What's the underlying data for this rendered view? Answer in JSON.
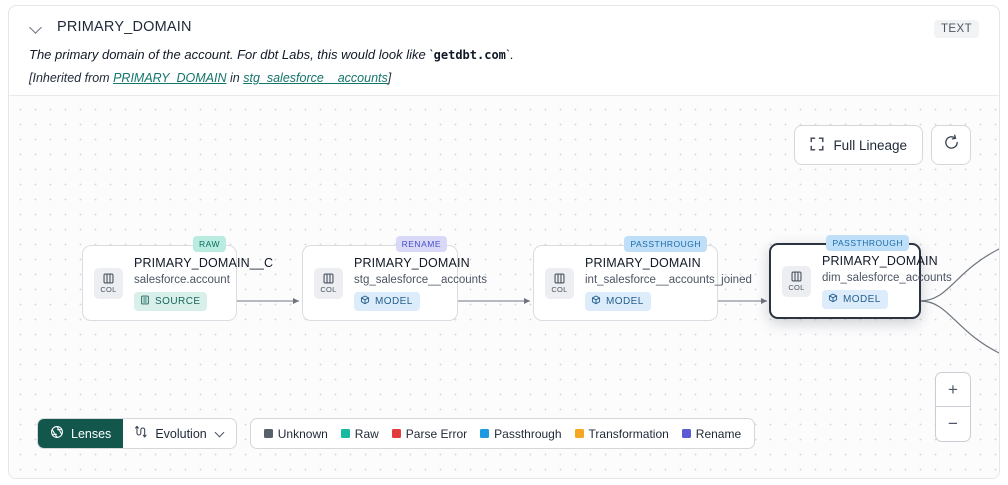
{
  "header": {
    "collapse_icon": "chevron-down-icon",
    "title": "PRIMARY_DOMAIN",
    "type_badge": "TEXT",
    "description_pre": "The primary domain of the account. For dbt Labs, this would look like `",
    "description_code": "getdbt.com",
    "description_post": "`.",
    "inherited_prefix": "[Inherited from ",
    "inherited_column_link": "PRIMARY_DOMAIN",
    "inherited_mid": " in ",
    "inherited_model_link": "stg_salesforce__accounts",
    "inherited_suffix": "]"
  },
  "toolbar": {
    "full_lineage_label": "Full Lineage",
    "full_lineage_icon": "expand-icon",
    "refresh_icon": "refresh-icon"
  },
  "zoom_controls": {
    "zoom_in": "+",
    "zoom_out": "−"
  },
  "lineage": {
    "nodes": [
      {
        "chip_label": "COL",
        "column": "PRIMARY_DOMAIN__C",
        "table": "salesforce.account",
        "kind": "SOURCE",
        "kind_icon": "source-icon",
        "tag": "RAW",
        "tag_color": "#0f6b5e",
        "selected": false
      },
      {
        "chip_label": "COL",
        "column": "PRIMARY_DOMAIN",
        "table": "stg_salesforce__accounts",
        "kind": "MODEL",
        "kind_icon": "cube-icon",
        "tag": "RENAME",
        "tag_color": "#4a4ec9",
        "selected": false
      },
      {
        "chip_label": "COL",
        "column": "PRIMARY_DOMAIN",
        "table": "int_salesforce__accounts_joined",
        "kind": "MODEL",
        "kind_icon": "cube-icon",
        "tag": "PASSTHROUGH",
        "tag_color": "#1b6aa8",
        "selected": false
      },
      {
        "chip_label": "COL",
        "column": "PRIMARY_DOMAIN",
        "table": "dim_salesforce_accounts",
        "kind": "MODEL",
        "kind_icon": "cube-icon",
        "tag": "PASSTHROUGH",
        "tag_color": "#1b6aa8",
        "selected": true
      }
    ]
  },
  "bottom_bar": {
    "lenses_label": "Lenses",
    "lenses_icon": "aperture-icon",
    "evolution_label": "Evolution",
    "evolution_icon": "evolution-icon",
    "evolution_chevron": "chevron-down-icon",
    "legend": [
      {
        "label": "Unknown",
        "color": "#58606b"
      },
      {
        "label": "Raw",
        "color": "#17b9a0"
      },
      {
        "label": "Parse Error",
        "color": "#e23b3b"
      },
      {
        "label": "Passthrough",
        "color": "#1b9ae0"
      },
      {
        "label": "Transformation",
        "color": "#f5a623"
      },
      {
        "label": "Rename",
        "color": "#5b5bd6"
      }
    ]
  }
}
